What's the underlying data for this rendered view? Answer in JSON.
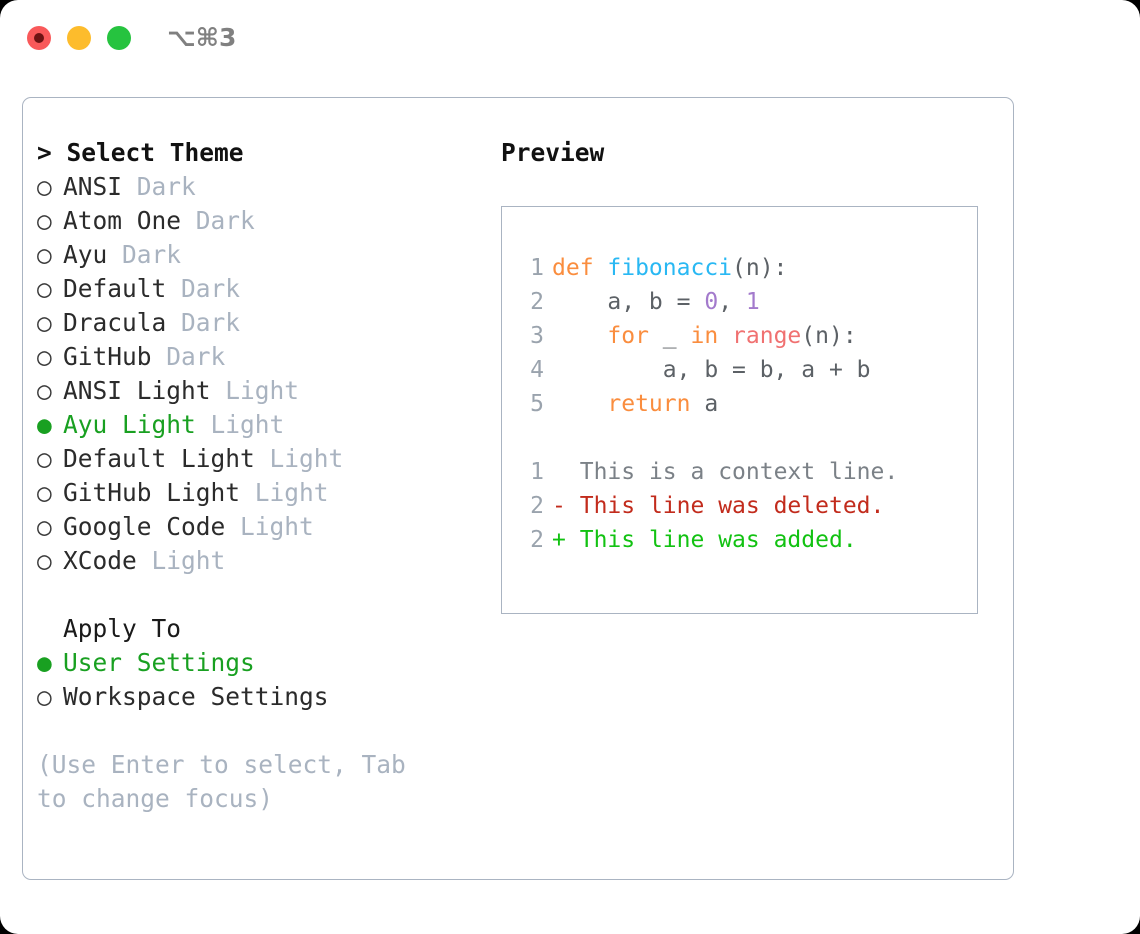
{
  "window": {
    "traffic_lights": [
      "close-red",
      "minimize-yellow",
      "zoom-green"
    ],
    "shortcut_label": "⌥⌘3"
  },
  "theme_picker": {
    "header": "> Select Theme",
    "caret": ">",
    "markers": {
      "selected": "●",
      "unselected": "○"
    },
    "options": [
      {
        "marker": "○",
        "label": "ANSI",
        "badge": "Dark",
        "selected": false
      },
      {
        "marker": "○",
        "label": "Atom One",
        "badge": "Dark",
        "selected": false
      },
      {
        "marker": "○",
        "label": "Ayu",
        "badge": "Dark",
        "selected": false
      },
      {
        "marker": "○",
        "label": "Default",
        "badge": "Dark",
        "selected": false
      },
      {
        "marker": "○",
        "label": "Dracula",
        "badge": "Dark",
        "selected": false
      },
      {
        "marker": "○",
        "label": "GitHub",
        "badge": "Dark",
        "selected": false
      },
      {
        "marker": "○",
        "label": "ANSI Light",
        "badge": "Light",
        "selected": false
      },
      {
        "marker": "●",
        "label": "Ayu Light",
        "badge": "Light",
        "selected": true
      },
      {
        "marker": "○",
        "label": "Default Light",
        "badge": "Light",
        "selected": false
      },
      {
        "marker": "○",
        "label": "GitHub Light",
        "badge": "Light",
        "selected": false
      },
      {
        "marker": "○",
        "label": "Google Code",
        "badge": "Light",
        "selected": false
      },
      {
        "marker": "○",
        "label": "XCode",
        "badge": "Light",
        "selected": false
      }
    ]
  },
  "apply_to": {
    "header": "Apply To",
    "options": [
      {
        "marker": "●",
        "label": "User Settings",
        "selected": true
      },
      {
        "marker": "○",
        "label": "Workspace Settings",
        "selected": false
      }
    ]
  },
  "hint": "(Use Enter to select, Tab to change focus)",
  "preview": {
    "title": "Preview",
    "code_lines": [
      {
        "number": "1",
        "tokens": [
          {
            "text": "def ",
            "kind": "kw"
          },
          {
            "text": "fibonacci",
            "kind": "func"
          },
          {
            "text": "(n):",
            "kind": "punct"
          }
        ]
      },
      {
        "number": "2",
        "tokens": [
          {
            "text": "    a, b = ",
            "kind": "plain"
          },
          {
            "text": "0",
            "kind": "num"
          },
          {
            "text": ", ",
            "kind": "punct"
          },
          {
            "text": "1",
            "kind": "num"
          }
        ]
      },
      {
        "number": "3",
        "tokens": [
          {
            "text": "    ",
            "kind": "plain"
          },
          {
            "text": "for",
            "kind": "kw"
          },
          {
            "text": " _ ",
            "kind": "plain"
          },
          {
            "text": "in",
            "kind": "kw"
          },
          {
            "text": " ",
            "kind": "plain"
          },
          {
            "text": "range",
            "kind": "built"
          },
          {
            "text": "(n):",
            "kind": "punct"
          }
        ]
      },
      {
        "number": "4",
        "tokens": [
          {
            "text": "        a, b = b, a + b",
            "kind": "plain"
          }
        ]
      },
      {
        "number": "5",
        "tokens": [
          {
            "text": "    ",
            "kind": "plain"
          },
          {
            "text": "return",
            "kind": "kw"
          },
          {
            "text": " a",
            "kind": "plain"
          }
        ]
      }
    ],
    "diff_lines": [
      {
        "number": "1",
        "sign": " ",
        "text": "This is a context line.",
        "kind": "ctx"
      },
      {
        "number": "2",
        "sign": "-",
        "text": "This line was deleted.",
        "kind": "del"
      },
      {
        "number": "2",
        "sign": "+",
        "text": "This line was added.",
        "kind": "add"
      }
    ]
  },
  "colors": {
    "accent_green": "#19a021",
    "badge_gray": "#a9b3c0",
    "border": "#aab4c2",
    "keyword": "#fa8d3e",
    "function": "#29b8f3",
    "number": "#a37acc",
    "builtin": "#f07171",
    "text": "#5c6166",
    "gutter": "#9aa3ad",
    "diff_context": "#7b8187",
    "diff_deleted": "#c22b1c",
    "diff_added": "#12c212"
  }
}
